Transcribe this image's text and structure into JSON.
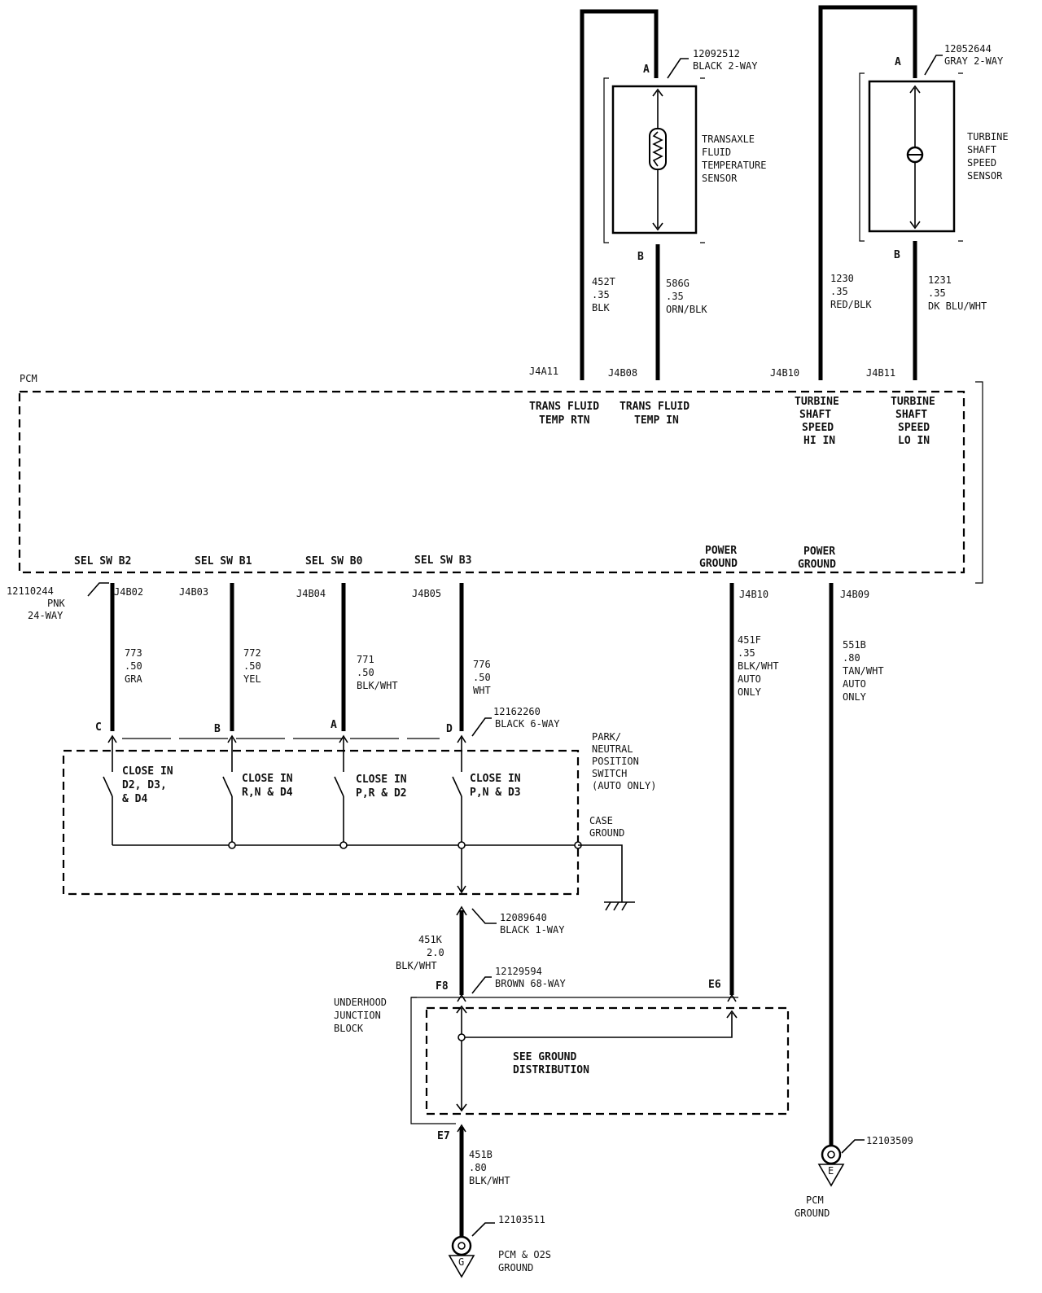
{
  "sensors": {
    "tft": {
      "part": "12092512",
      "connector": "BLACK 2-WAY",
      "pin_a": "A",
      "pin_b": "B",
      "name_lines": [
        "TRANSAXLE",
        "FLUID",
        "TEMPERATURE",
        "SENSOR"
      ]
    },
    "tss": {
      "part": "12052644",
      "connector": "GRAY 2-WAY",
      "pin_a": "A",
      "pin_b": "B",
      "name_lines": [
        "TURBINE",
        "SHAFT",
        "SPEED",
        "SENSOR"
      ]
    }
  },
  "wires_top": [
    {
      "circuit": "452T",
      "gauge": ".35",
      "color": "BLK",
      "pcm_pin": "J4A11"
    },
    {
      "circuit": "586G",
      "gauge": ".35",
      "color": "ORN/BLK",
      "pcm_pin": "J4B08"
    },
    {
      "circuit": "1230",
      "gauge": ".35",
      "color": "RED/BLK",
      "pcm_pin": "J4B10"
    },
    {
      "circuit": "1231",
      "gauge": ".35",
      "color": "DK BLU/WHT",
      "pcm_pin": "J4B11"
    }
  ],
  "pcm": {
    "label": "PCM",
    "top_functions": [
      {
        "lines": [
          "TRANS FLUID",
          "TEMP RTN"
        ]
      },
      {
        "lines": [
          "TRANS FLUID",
          "TEMP IN"
        ]
      },
      {
        "lines": [
          "TURBINE",
          "SHAFT",
          "SPEED",
          "HI IN"
        ]
      },
      {
        "lines": [
          "TURBINE",
          "SHAFT",
          "SPEED",
          "LO IN"
        ]
      }
    ],
    "bottom_functions": [
      "SEL SW B2",
      "SEL SW B1",
      "SEL SW B0",
      "SEL SW B3"
    ],
    "ground_functions": [
      {
        "lines": [
          "POWER",
          "GROUND"
        ]
      },
      {
        "lines": [
          "POWER",
          "GROUND"
        ]
      }
    ],
    "connector_part": "12110244",
    "connector_desc_1": "PNK",
    "connector_desc_2": "24-WAY"
  },
  "wires_bottom": [
    {
      "pcm_pin": "J4B02",
      "circuit": "773",
      "gauge": ".50",
      "color": "GRA",
      "switch_pin": "C"
    },
    {
      "pcm_pin": "J4B03",
      "circuit": "772",
      "gauge": ".50",
      "color": "YEL",
      "switch_pin": "B"
    },
    {
      "pcm_pin": "J4B04",
      "circuit": "771",
      "gauge": ".50",
      "color": "BLK/WHT",
      "switch_pin": "A"
    },
    {
      "pcm_pin": "J4B05",
      "circuit": "776",
      "gauge": ".50",
      "color": "WHT",
      "switch_pin": "D"
    }
  ],
  "ground_wires": [
    {
      "pcm_pin": "J4B10",
      "circuit": "451F",
      "gauge": ".35",
      "color": "BLK/WHT",
      "note1": "AUTO",
      "note2": "ONLY"
    },
    {
      "pcm_pin": "J4B09",
      "circuit": "551B",
      "gauge": ".80",
      "color": "TAN/WHT",
      "note1": "AUTO",
      "note2": "ONLY"
    }
  ],
  "pnp_switch": {
    "part": "12162260",
    "connector": "BLACK 6-WAY",
    "name_lines": [
      "PARK/",
      "NEUTRAL",
      "POSITION",
      "SWITCH",
      "(AUTO ONLY)"
    ],
    "contacts": [
      {
        "lines": [
          "CLOSE IN",
          "D2, D3,",
          "& D4"
        ]
      },
      {
        "lines": [
          "CLOSE IN",
          "R,N & D4"
        ]
      },
      {
        "lines": [
          "CLOSE IN",
          "P,R & D2"
        ]
      },
      {
        "lines": [
          "CLOSE IN",
          "P,N & D3"
        ]
      }
    ],
    "case_ground_1": "CASE",
    "case_ground_2": "GROUND"
  },
  "lower": {
    "conn_1way_part": "12089640",
    "conn_1way_desc": "BLACK 1-WAY",
    "wire_451k": {
      "circuit": "451K",
      "gauge": "2.0",
      "color": "BLK/WHT"
    },
    "ujb_conn_part": "12129594",
    "ujb_conn_desc": "BROWN 68-WAY",
    "pin_f8": "F8",
    "pin_e6": "E6",
    "pin_e7": "E7",
    "ujb_lines": [
      "UNDERHOOD",
      "JUNCTION",
      "BLOCK"
    ],
    "ujb_content_lines": [
      "SEE GROUND",
      "DISTRIBUTION"
    ],
    "wire_451b": {
      "circuit": "451B",
      "gauge": ".80",
      "color": "BLK/WHT"
    },
    "ground_g": {
      "part": "12103511",
      "letter": "G",
      "lines": [
        "PCM & O2S",
        "GROUND"
      ]
    },
    "ground_e": {
      "part": "12103509",
      "letter": "E",
      "lines": [
        "PCM",
        "GROUND"
      ]
    }
  }
}
